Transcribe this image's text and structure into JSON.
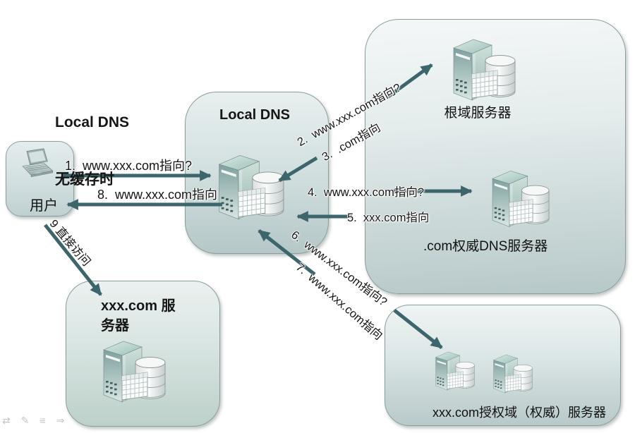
{
  "title": {
    "line1": "Local DNS",
    "line2": "无缓存时"
  },
  "nodes": {
    "user": {
      "label": "用户",
      "icon": "laptop-icon"
    },
    "local_dns": {
      "title": "Local DNS",
      "icon": "server-database-icon"
    },
    "root_server": {
      "label": "根域服务器",
      "icon": "server-database-icon"
    },
    "com_authoritative": {
      "label": ".com权威DNS服务器",
      "icon": "server-database-icon"
    },
    "xxx_server": {
      "title": "xxx.com 服务器",
      "icon": "server-database-icon"
    },
    "auth_domain_server": {
      "label": "xxx.com授权域（权威）服务器",
      "icon": "server-database-icon"
    }
  },
  "steps": {
    "s1": {
      "label": "1.  www.xxx.com指向?"
    },
    "s2": {
      "label": "2.  www.xxx.com指向?"
    },
    "s3": {
      "label": "3.  .com指向"
    },
    "s4": {
      "label": "4.  www.xxx.com指向?"
    },
    "s5": {
      "label": "5.  xxx.com指向"
    },
    "s6": {
      "label": "6.  www.xxx.com指向?"
    },
    "s7": {
      "label": "7.  www.xxx.com指向"
    },
    "s8": {
      "label": "8.  www.xxx.com指向"
    },
    "s9": {
      "label": "9 直接访问"
    }
  },
  "colors": {
    "arrow": "#3c656c",
    "box_fill_top": "#f0f5f5",
    "box_fill_bottom": "#b7c8c8",
    "box_border": "#8b9e9e",
    "text": "#1a1a1a"
  },
  "watermark": {
    "icons": [
      "⇄",
      "✎",
      "≡",
      "⇒"
    ]
  }
}
